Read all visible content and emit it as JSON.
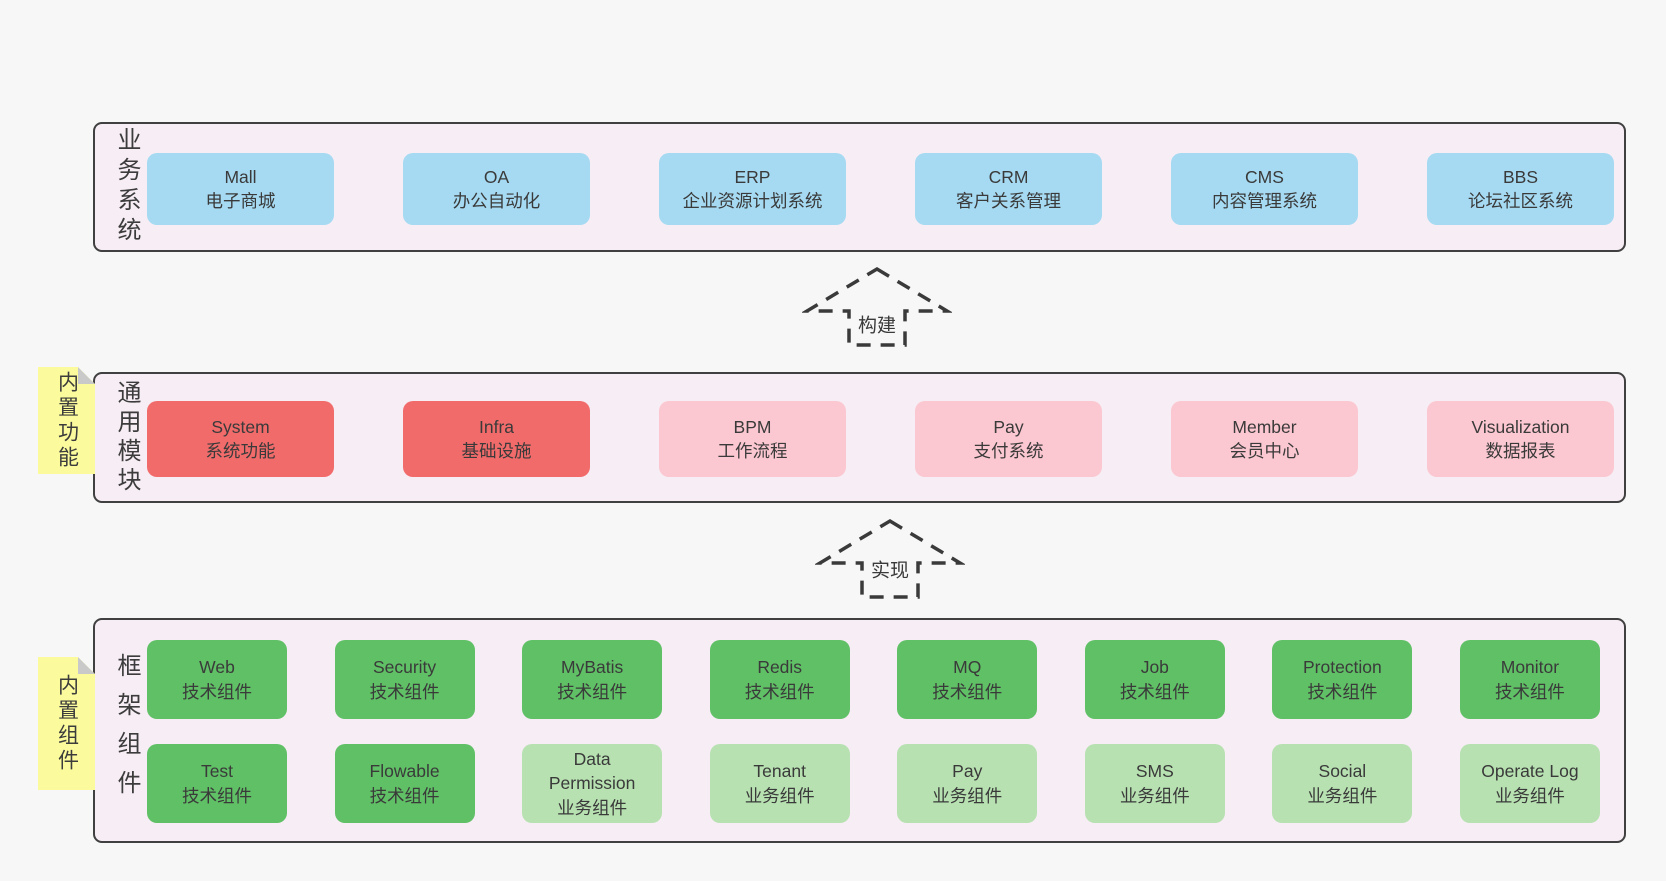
{
  "colors": {
    "page_bg": "#f7f7f7",
    "panel_bg": "#f7edf5",
    "panel_border": "#404040",
    "box_blue": "#a6daf2",
    "box_red": "#f16b6b",
    "box_pink": "#fbc7d0",
    "box_green": "#60c066",
    "box_light_green": "#b7e1b1",
    "note_yellow": "#fbfb9d",
    "note_fold_gray": "#c9c9c9",
    "text": "#3c3c3c",
    "arrow_stroke": "#3a3a3a"
  },
  "arrows": [
    {
      "label": "构建"
    },
    {
      "label": "实现"
    }
  ],
  "layers": [
    {
      "label": "业务系统",
      "rows": [
        [
          {
            "name": "Mall",
            "desc": "电子商城",
            "variant": "blue"
          },
          {
            "name": "OA",
            "desc": "办公自动化",
            "variant": "blue"
          },
          {
            "name": "ERP",
            "desc": "企业资源计划系统",
            "variant": "blue"
          },
          {
            "name": "CRM",
            "desc": "客户关系管理",
            "variant": "blue"
          },
          {
            "name": "CMS",
            "desc": "内容管理系统",
            "variant": "blue"
          },
          {
            "name": "BBS",
            "desc": "论坛社区系统",
            "variant": "blue"
          }
        ]
      ]
    },
    {
      "label": "通用模块",
      "note": "内置功能",
      "rows": [
        [
          {
            "name": "System",
            "desc": "系统功能",
            "variant": "red"
          },
          {
            "name": "Infra",
            "desc": "基础设施",
            "variant": "red"
          },
          {
            "name": "BPM",
            "desc": "工作流程",
            "variant": "pink"
          },
          {
            "name": "Pay",
            "desc": "支付系统",
            "variant": "pink"
          },
          {
            "name": "Member",
            "desc": "会员中心",
            "variant": "pink"
          },
          {
            "name": "Visualization",
            "desc": "数据报表",
            "variant": "pink"
          }
        ]
      ]
    },
    {
      "label": "框架组件",
      "note": "内置组件",
      "rows": [
        [
          {
            "name": "Web",
            "desc": "技术组件",
            "variant": "green"
          },
          {
            "name": "Security",
            "desc": "技术组件",
            "variant": "green"
          },
          {
            "name": "MyBatis",
            "desc": "技术组件",
            "variant": "green"
          },
          {
            "name": "Redis",
            "desc": "技术组件",
            "variant": "green"
          },
          {
            "name": "MQ",
            "desc": "技术组件",
            "variant": "green"
          },
          {
            "name": "Job",
            "desc": "技术组件",
            "variant": "green"
          },
          {
            "name": "Protection",
            "desc": "技术组件",
            "variant": "green"
          },
          {
            "name": "Monitor",
            "desc": "技术组件",
            "variant": "green"
          }
        ],
        [
          {
            "name": "Test",
            "desc": "技术组件",
            "variant": "green"
          },
          {
            "name": "Flowable",
            "desc": "技术组件",
            "variant": "green"
          },
          {
            "name": "Data Permission",
            "desc": "业务组件",
            "variant": "light-green"
          },
          {
            "name": "Tenant",
            "desc": "业务组件",
            "variant": "light-green"
          },
          {
            "name": "Pay",
            "desc": "业务组件",
            "variant": "light-green"
          },
          {
            "name": "SMS",
            "desc": "业务组件",
            "variant": "light-green"
          },
          {
            "name": "Social",
            "desc": "业务组件",
            "variant": "light-green"
          },
          {
            "name": "Operate Log",
            "desc": "业务组件",
            "variant": "light-green"
          }
        ]
      ]
    }
  ]
}
